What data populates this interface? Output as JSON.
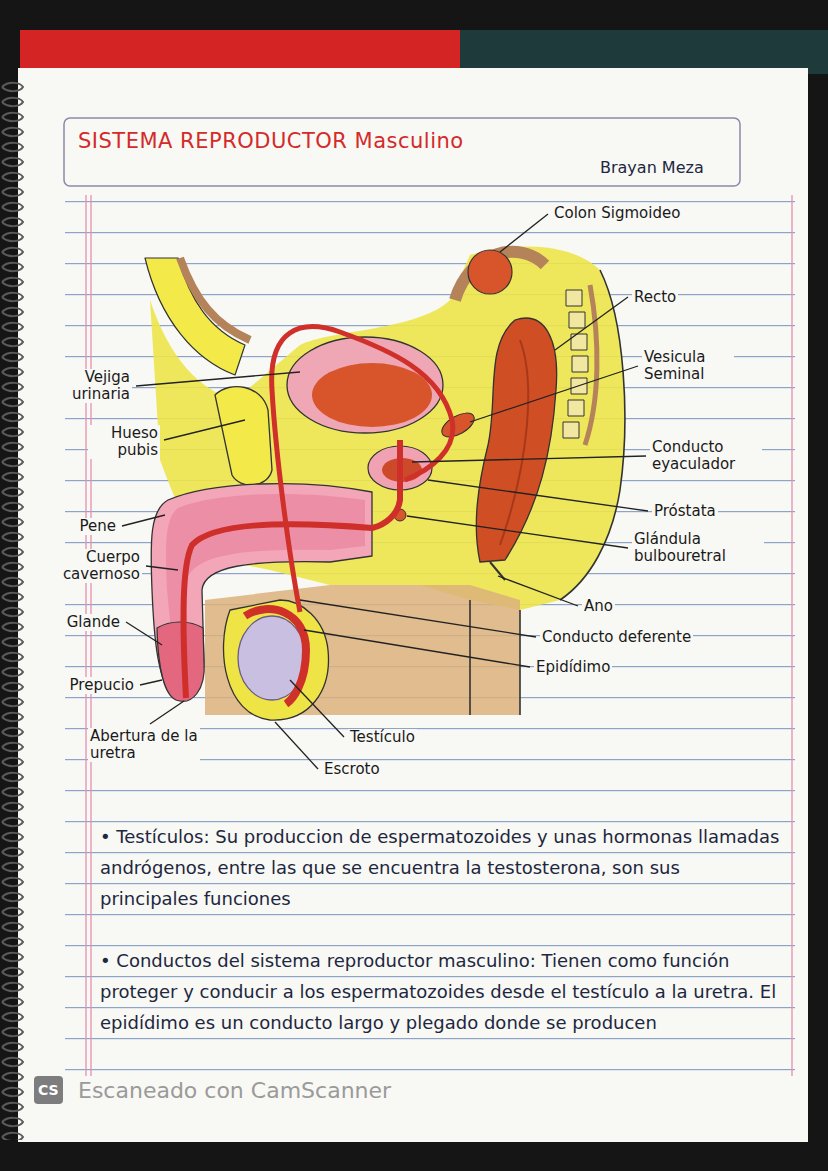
{
  "diagram": {
    "title": "SISTEMA REPRODUCTOR Masculino",
    "labels": [
      "Brayan Meza",
      "Colon Sigmoideo",
      "Recto",
      "Vejiga urinaria",
      "Vesicula Seminal",
      "Hueso pubis",
      "Conducto eyaculador",
      "Próstata",
      "Pene",
      "Glándula bulbouretral",
      "Cuerpo cavernoso",
      "Ano",
      "Glande",
      "Conducto deferente",
      "Epidídimo",
      "Prepucio",
      "Testículo",
      "Abertura de la uretra",
      "Escroto",
      "• Testículos: Su produccion de espermatozoides y unas hormonas llamadas andrógenos, entre las que se encuentra la testosterona, son sus principales funciones",
      "• Conductos del sistema reproductor masculino: Tienen como función proteger y conducir a los espermatozoides desde el testículo a la uretra. El epidídimo es un conducto largo y plegado donde se producen",
      "CS",
      "Escaneado con CamScanner"
    ]
  }
}
